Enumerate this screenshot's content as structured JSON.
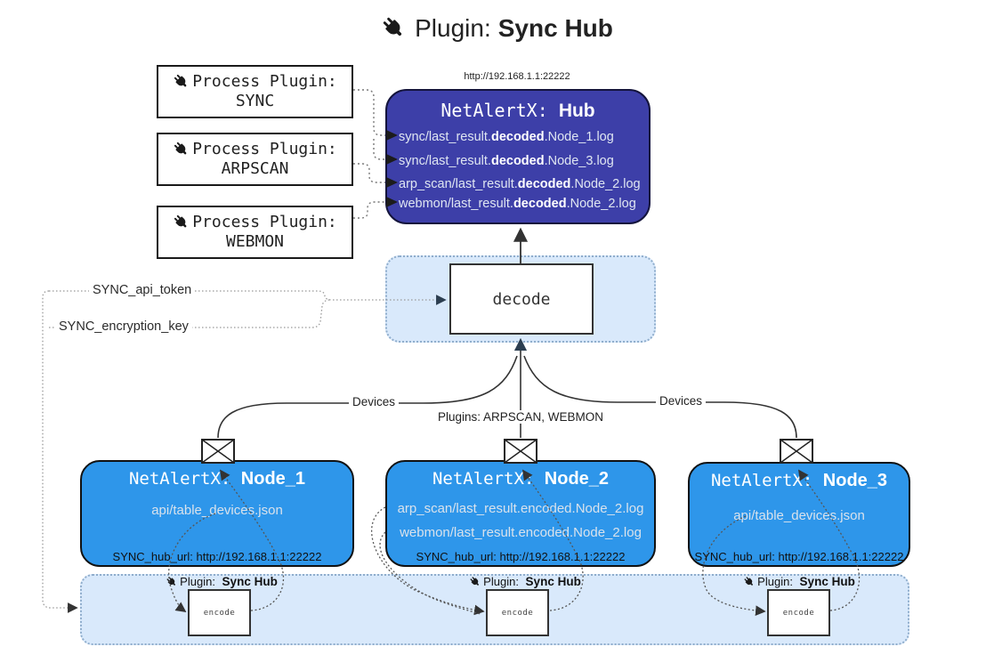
{
  "title": {
    "prefix": "Plugin:",
    "bold": "Sync Hub"
  },
  "process_plugins": [
    {
      "label": "Process Plugin:",
      "name": "SYNC"
    },
    {
      "label": "Process Plugin:",
      "name": "ARPSCAN"
    },
    {
      "label": "Process Plugin:",
      "name": "WEBMON"
    }
  ],
  "hub": {
    "url": "http://192.168.1.1:22222",
    "title_prefix": "NetAlertX:",
    "title_bold": "Hub",
    "logs": [
      {
        "pre": "sync/last_result.",
        "bold": "decoded",
        "post": ".Node_1.log"
      },
      {
        "pre": "sync/last_result.",
        "bold": "decoded",
        "post": ".Node_3.log"
      },
      {
        "pre": "arp_scan/last_result.",
        "bold": "decoded",
        "post": ".Node_2.log"
      },
      {
        "pre": "webmon/last_result.",
        "bold": "decoded",
        "post": ".Node_2.log"
      }
    ]
  },
  "decode": {
    "label": "decode"
  },
  "labels": {
    "sync_api_token": "SYNC_api_token",
    "sync_encryption_key": "SYNC_encryption_key",
    "devices_left": "Devices",
    "plugins_mid": "Plugins: ARPSCAN, WEBMON",
    "devices_right": "Devices"
  },
  "nodes": [
    {
      "title_prefix": "NetAlertX:",
      "title_bold": "Node_1",
      "files": [
        "api/table_devices.json"
      ],
      "hub_url": "SYNC_hub_url: http://192.168.1.1:22222"
    },
    {
      "title_prefix": "NetAlertX:",
      "title_bold": "Node_2",
      "files": [
        "arp_scan/last_result.encoded.Node_2.log",
        "webmon/last_result.encoded.Node_2.log"
      ],
      "hub_url": "SYNC_hub_url: http://192.168.1.1:22222"
    },
    {
      "title_prefix": "NetAlertX:",
      "title_bold": "Node_3",
      "files": [
        "api/table_devices.json"
      ],
      "hub_url": "SYNC_hub_url: http://192.168.1.1:22222"
    }
  ],
  "encoders": [
    {
      "plugin_prefix": "Plugin:",
      "plugin_bold": "Sync Hub",
      "box_label": "encode"
    },
    {
      "plugin_prefix": "Plugin:",
      "plugin_bold": "Sync Hub",
      "box_label": "encode"
    },
    {
      "plugin_prefix": "Plugin:",
      "plugin_bold": "Sync Hub",
      "box_label": "encode"
    }
  ],
  "colors": {
    "hub_fill": "#3d3fa8",
    "node_fill": "#2e96ea",
    "panel_fill": "#d9e9fb",
    "panel_border": "#8fadcc",
    "hub_text": "#dfe6f2",
    "node_text": "#d9e2ec",
    "line": "#333333",
    "navy": "#2c3e50"
  }
}
